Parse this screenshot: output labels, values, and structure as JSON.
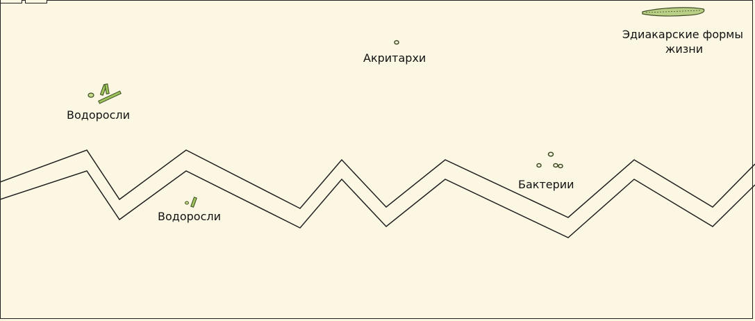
{
  "labels": {
    "algae_upper": "Водоросли",
    "acritarchs": "Акритархи",
    "ediacaran_line1": "Эдиакарские формы",
    "ediacaran_line2": "жизни",
    "bacteria": "Бактерии",
    "algae_lower": "Водоросли"
  },
  "icons": {
    "algae": "algae-icon",
    "acritarch": "acritarch-icon",
    "ediacaran": "ediacaran-fossil-icon",
    "bacteria": "bacteria-icon"
  },
  "colors": {
    "background": "#fbf7e3",
    "line": "#1f1f1f",
    "fossil_green": "#8bb04a",
    "fossil_dark": "#3d4a22"
  }
}
